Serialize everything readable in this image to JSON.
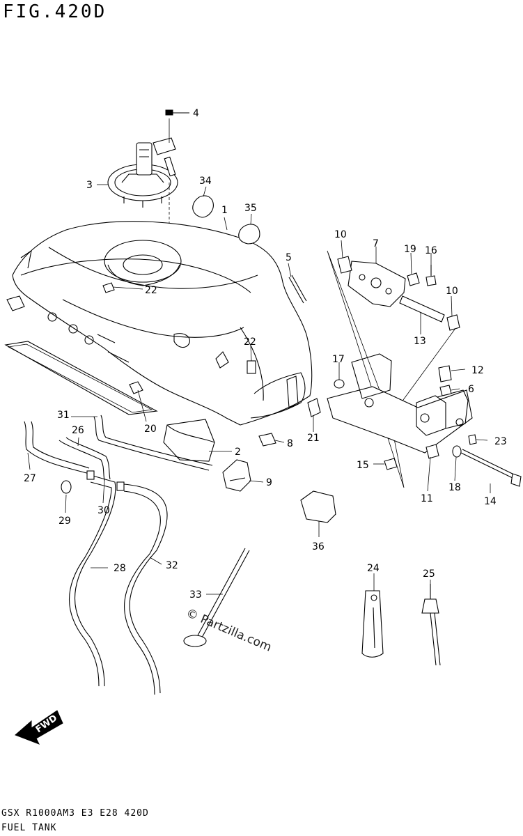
{
  "figure": {
    "title": "FIG.420D",
    "model_code": "GSX R1000AM3 E3 E28 420D",
    "description": "FUEL TANK",
    "watermark": "© Partzilla.com",
    "fwd_label": "FWD"
  },
  "callouts": [
    {
      "id": "part-1",
      "text": "1"
    },
    {
      "id": "part-2",
      "text": "2"
    },
    {
      "id": "part-3",
      "text": "3"
    },
    {
      "id": "part-4",
      "text": "4"
    },
    {
      "id": "part-5",
      "text": "5"
    },
    {
      "id": "part-6",
      "text": "6"
    },
    {
      "id": "part-7",
      "text": "7"
    },
    {
      "id": "part-8",
      "text": "8"
    },
    {
      "id": "part-9",
      "text": "9"
    },
    {
      "id": "part-10a",
      "text": "10"
    },
    {
      "id": "part-10b",
      "text": "10"
    },
    {
      "id": "part-11",
      "text": "11"
    },
    {
      "id": "part-12",
      "text": "12"
    },
    {
      "id": "part-13",
      "text": "13"
    },
    {
      "id": "part-14",
      "text": "14"
    },
    {
      "id": "part-15",
      "text": "15"
    },
    {
      "id": "part-16",
      "text": "16"
    },
    {
      "id": "part-17",
      "text": "17"
    },
    {
      "id": "part-18",
      "text": "18"
    },
    {
      "id": "part-19",
      "text": "19"
    },
    {
      "id": "part-20",
      "text": "20"
    },
    {
      "id": "part-21",
      "text": "21"
    },
    {
      "id": "part-22a",
      "text": "22"
    },
    {
      "id": "part-22b",
      "text": "22"
    },
    {
      "id": "part-23",
      "text": "23"
    },
    {
      "id": "part-24",
      "text": "24"
    },
    {
      "id": "part-25",
      "text": "25"
    },
    {
      "id": "part-26",
      "text": "26"
    },
    {
      "id": "part-27",
      "text": "27"
    },
    {
      "id": "part-28",
      "text": "28"
    },
    {
      "id": "part-29",
      "text": "29"
    },
    {
      "id": "part-30",
      "text": "30"
    },
    {
      "id": "part-31",
      "text": "31"
    },
    {
      "id": "part-32",
      "text": "32"
    },
    {
      "id": "part-33",
      "text": "33"
    },
    {
      "id": "part-34",
      "text": "34"
    },
    {
      "id": "part-35",
      "text": "35"
    },
    {
      "id": "part-36",
      "text": "36"
    }
  ]
}
